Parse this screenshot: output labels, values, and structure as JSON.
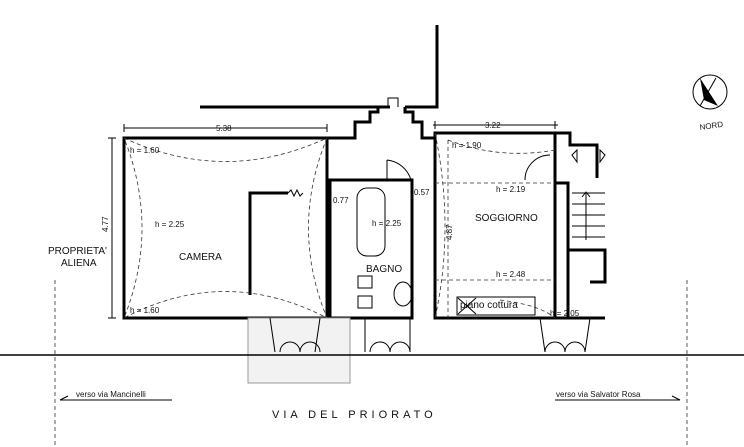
{
  "compass": {
    "label": "NORD"
  },
  "neighbor_label": {
    "line1": "PROPRIETA'",
    "line2": "ALIENA"
  },
  "rooms": {
    "camera": {
      "name": "CAMERA",
      "height": "h = 2.25",
      "h_top": "h = 1.60",
      "h_bottom": "h = 1.60",
      "width_dim": "5.38",
      "depth_dim": "4.77"
    },
    "bagno": {
      "name": "BAGNO",
      "height": "h = 2.25",
      "dim_left": "0.77",
      "dim_right": "0.57"
    },
    "soggiorno": {
      "name": "SOGGIORNO",
      "h_top": "h = 1.90",
      "h_mid": "h = 2.19",
      "h_low": "h = 2.48",
      "h_corner": "h = 2.05",
      "width_dim": "3.22",
      "depth_dim": "4.87",
      "kitchen_label": "piano cottura"
    }
  },
  "street": {
    "name": "VIA DEL PRIORATO",
    "left_direction": "verso via Mancinelli",
    "right_direction": "verso via Salvator Rosa"
  }
}
